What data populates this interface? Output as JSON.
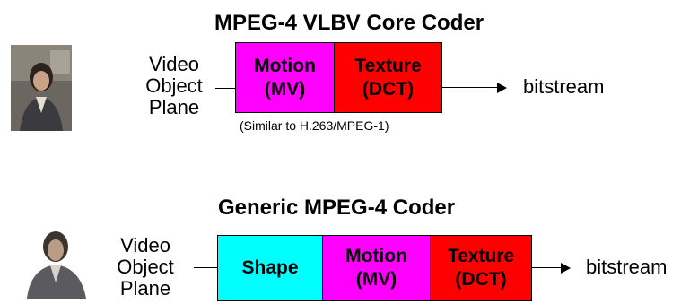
{
  "colors": {
    "shape": "#00ffff",
    "motion": "#ff00ff",
    "texture": "#ff0000",
    "outline": "#000000"
  },
  "top": {
    "title": "MPEG-4 VLBV Core Coder",
    "input_label": [
      "Video",
      "Object",
      "Plane"
    ],
    "boxes": [
      {
        "line1": "Motion",
        "line2": "(MV)"
      },
      {
        "line1": "Texture",
        "line2": "(DCT)"
      }
    ],
    "note": "(Similar to H.263/MPEG-1)",
    "output_label": "bitstream"
  },
  "bottom": {
    "title": "Generic MPEG-4 Coder",
    "input_label": [
      "Video",
      "Object",
      "Plane"
    ],
    "boxes": [
      {
        "line1": "Shape",
        "line2": ""
      },
      {
        "line1": "Motion",
        "line2": "(MV)"
      },
      {
        "line1": "Texture",
        "line2": "(DCT)"
      }
    ],
    "output_label": "bitstream"
  }
}
